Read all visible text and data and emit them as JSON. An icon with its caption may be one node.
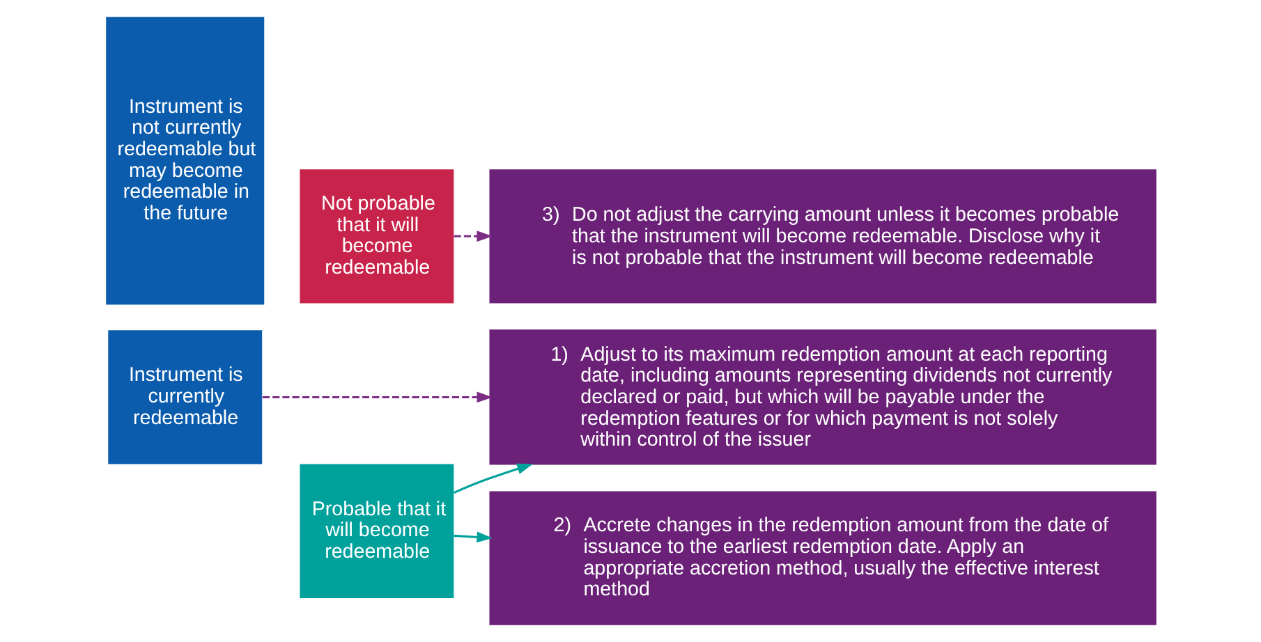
{
  "diagram": {
    "nodes": [
      {
        "text": [
          "Instrument is currently redeemable"
        ]
      },
      {
        "text": [
          "Instrument is not currently redeemable but may become redeemable in the future"
        ]
      },
      {
        "text": [
          "Probable that it will become redeemable"
        ]
      },
      {
        "text": [
          "Not probable that it will become redeemable"
        ]
      },
      {
        "text": [
          "1)",
          "Adjust to its maximum redemption amount at each reporting date, including amounts representing dividends not currently declared or paid, but which will be payable under the redemption features or for which payment is not solely within control of the issuer"
        ]
      },
      {
        "text": [
          "2)",
          "Accrete changes in the redemption amount from the date of issuance to the earliest redemption date. Apply an appropriate accretion method, usually the effective interest method"
        ]
      },
      {
        "text": [
          "3)",
          "Do not adjust the carrying amount unless it becomes probable that the instrument will become redeemable. Disclose why it is not probable that the instrument will become redeemable"
        ]
      }
    ],
    "edges": [
      {
        "from": 0,
        "to": 4,
        "arrow": "to",
        "style": "dashed",
        "color": "#7b2c83"
      },
      {
        "from": 2,
        "to": 4,
        "arrow": "to",
        "color": "#00a19b"
      },
      {
        "from": 2,
        "to": 5,
        "arrow": "to",
        "color": "#00a19b"
      },
      {
        "from": 3,
        "to": 6,
        "arrow": "to",
        "style": "dashed",
        "color": "#7b2c83"
      }
    ]
  }
}
